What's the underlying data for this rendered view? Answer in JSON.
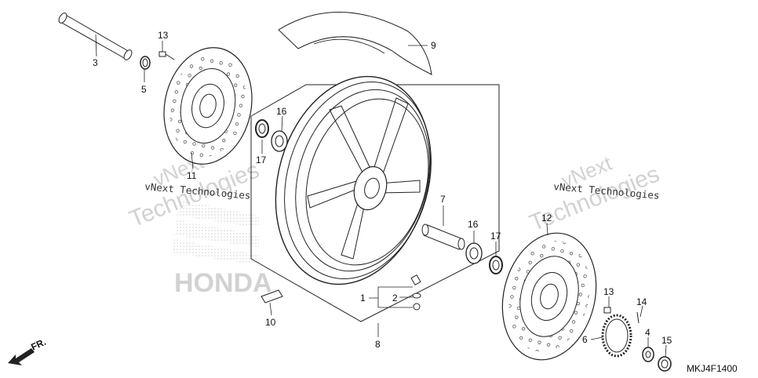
{
  "diagram": {
    "code": "MKJ4F1400",
    "direction_label": "FR.",
    "brand_watermark": "HONDA",
    "watermarks": [
      "vNext Technologies",
      "vNext Technologies",
      "Technologies",
      "Technologies",
      "vNext",
      "vNext"
    ],
    "callouts": [
      {
        "id": "c1",
        "number": "1"
      },
      {
        "id": "c2",
        "number": "2"
      },
      {
        "id": "c3",
        "number": "3"
      },
      {
        "id": "c4",
        "number": "4"
      },
      {
        "id": "c5",
        "number": "5"
      },
      {
        "id": "c6",
        "number": "6"
      },
      {
        "id": "c7",
        "number": "7"
      },
      {
        "id": "c8",
        "number": "8"
      },
      {
        "id": "c9",
        "number": "9"
      },
      {
        "id": "c10",
        "number": "10"
      },
      {
        "id": "c11",
        "number": "11"
      },
      {
        "id": "c12",
        "number": "12"
      },
      {
        "id": "c13a",
        "number": "13"
      },
      {
        "id": "c13b",
        "number": "13"
      },
      {
        "id": "c14",
        "number": "14"
      },
      {
        "id": "c15",
        "number": "15"
      },
      {
        "id": "c16a",
        "number": "16"
      },
      {
        "id": "c16b",
        "number": "16"
      },
      {
        "id": "c17a",
        "number": "17"
      },
      {
        "id": "c17b",
        "number": "17"
      }
    ]
  }
}
